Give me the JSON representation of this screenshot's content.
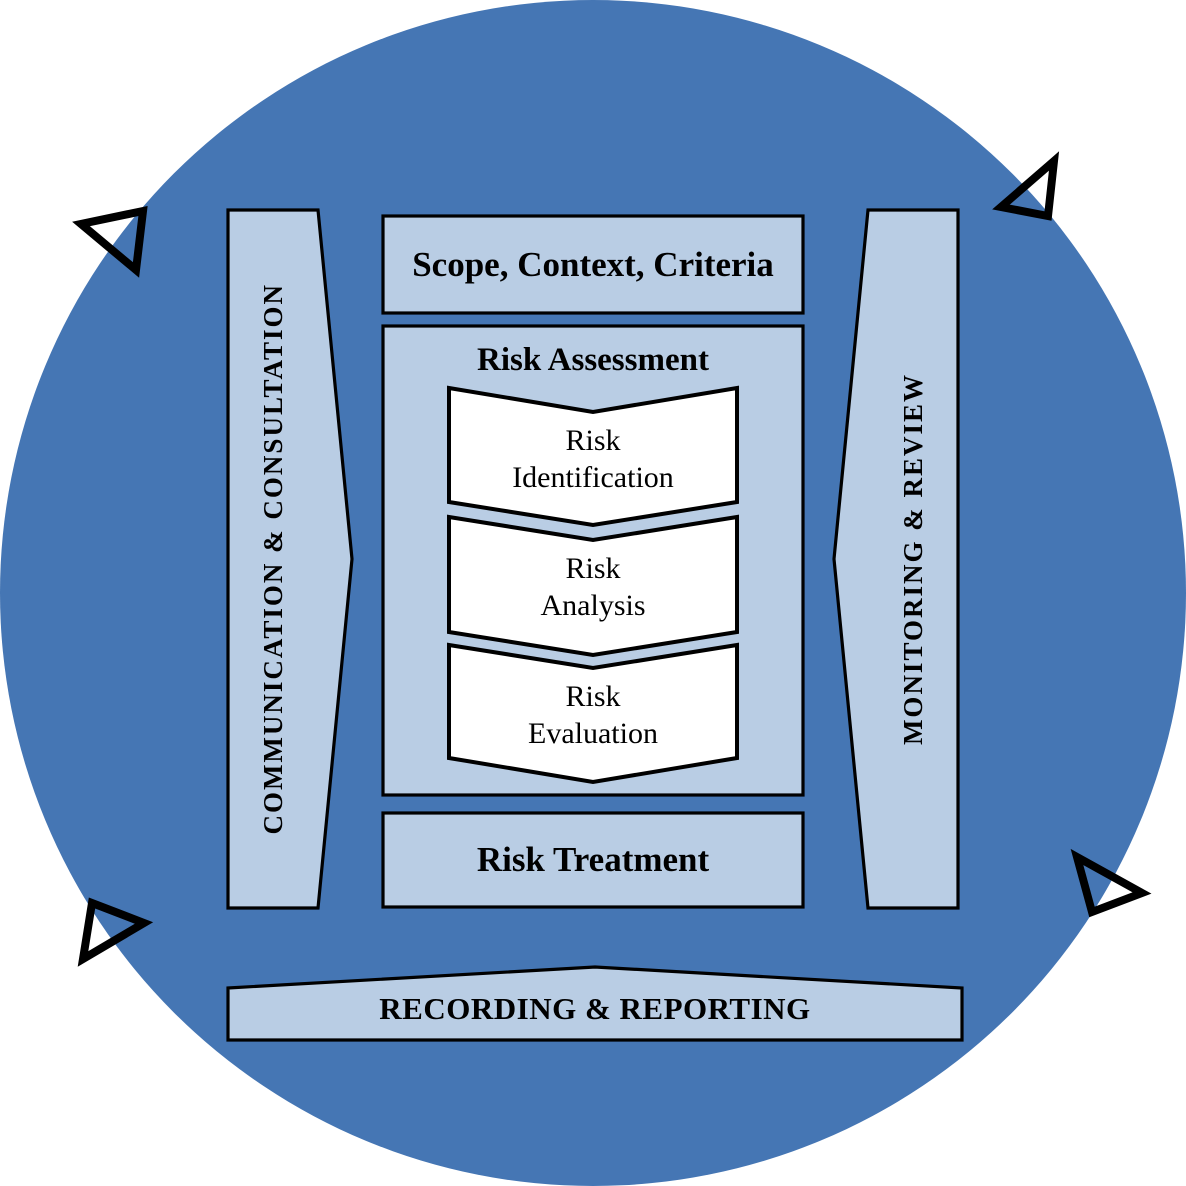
{
  "colors": {
    "circle": "#4576b4",
    "panel": "#b9cde4",
    "chevron": "#ffffff",
    "border": "#000000",
    "text": "#000000"
  },
  "bars": {
    "communication": "COMMUNICATION & CONSULTATION",
    "monitoring": "MONITORING & REVIEW",
    "recording": "RECORDING & REPORTING"
  },
  "process": {
    "scope": "Scope, Context, Criteria",
    "assessment_title": "Risk Assessment",
    "steps": [
      {
        "label": "Risk\nIdentification"
      },
      {
        "label": "Risk\nAnalysis"
      },
      {
        "label": "Risk\nEvaluation"
      }
    ],
    "treatment": "Risk Treatment"
  },
  "arrows": {
    "style": "open-triangle",
    "direction": "counterclockwise",
    "positions": [
      "top-left",
      "top-right",
      "bottom-right",
      "bottom-left"
    ]
  }
}
